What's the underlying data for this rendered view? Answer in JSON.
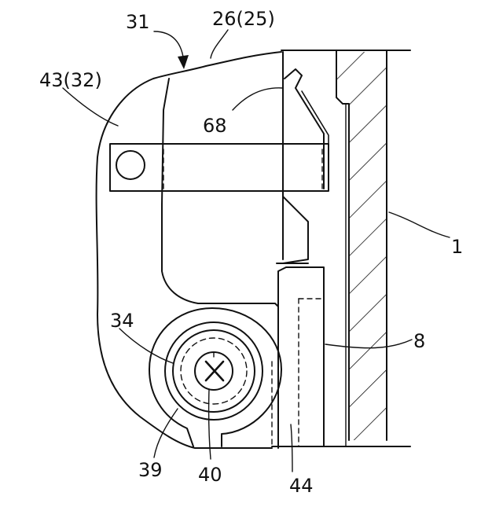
{
  "labels": {
    "l31": "31",
    "l26": "26(25)",
    "l43": "43(32)",
    "l68": "68",
    "l1": "1",
    "l8": "8",
    "l34": "34",
    "l39": "39",
    "l40": "40",
    "l44": "44"
  },
  "colors": {
    "line": "#111111",
    "background": "#ffffff"
  }
}
